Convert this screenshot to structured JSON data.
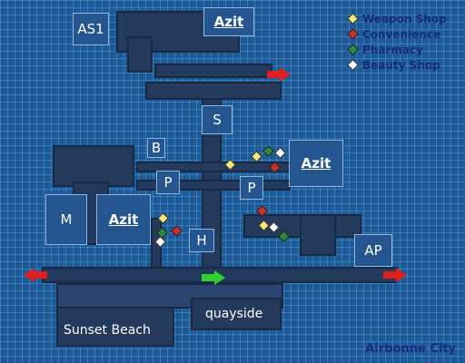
{
  "legend": {
    "items": [
      {
        "label": "Weapon Shop",
        "color": "#f4e87a"
      },
      {
        "label": "Convenience",
        "color": "#c8302c"
      },
      {
        "label": "Pharmacy",
        "color": "#2e8a3c"
      },
      {
        "label": "Beauty Shop",
        "color": "#ffffff"
      }
    ]
  },
  "blocks": {
    "as1": "AS1",
    "azit_top": "Azit",
    "s": "S",
    "b": "B",
    "p_left": "P",
    "p_right": "P",
    "azit_right": "Azit",
    "m": "M",
    "azit_left": "Azit",
    "h": "H",
    "ap": "AP"
  },
  "areas": {
    "sunset": "Sunset Beach",
    "quayside": "quayside"
  },
  "city_name": "Airbonne City",
  "colors": {
    "exit_arrow": "#e02020",
    "current_arrow": "#30d030"
  }
}
